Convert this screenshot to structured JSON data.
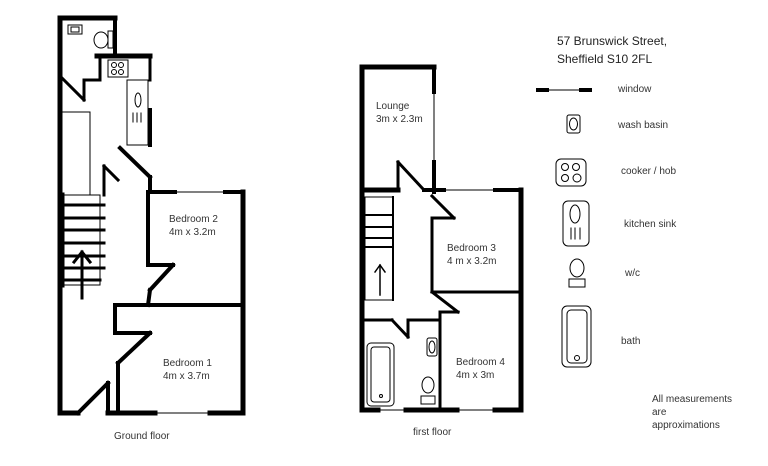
{
  "title": {
    "line1": "57 Brunswick Street,",
    "line2": "Sheffield S10 2FL"
  },
  "ground_floor": {
    "caption": "Ground floor",
    "rooms": [
      {
        "name": "Bedroom 2",
        "size": "4m x 3.2m"
      },
      {
        "name": "Bedroom 1",
        "size": "4m x 3.7m"
      }
    ]
  },
  "first_floor": {
    "caption": "first floor",
    "rooms": [
      {
        "name": "Lounge",
        "size": "3m x 2.3m"
      },
      {
        "name": "Bedroom 3",
        "size": "4 m x 3.2m"
      },
      {
        "name": "Bedroom 4",
        "size": "4m x 3m"
      }
    ]
  },
  "legend": [
    {
      "icon": "window-icon",
      "label": "window"
    },
    {
      "icon": "wash-basin-icon",
      "label": "wash basin"
    },
    {
      "icon": "cooker-hob-icon",
      "label": "cooker / hob"
    },
    {
      "icon": "kitchen-sink-icon",
      "label": "kitchen sink"
    },
    {
      "icon": "wc-icon",
      "label": "w/c"
    },
    {
      "icon": "bath-icon",
      "label": "bath"
    }
  ],
  "note": {
    "line1": "All measurements",
    "line2": "are",
    "line3": "approximations"
  }
}
